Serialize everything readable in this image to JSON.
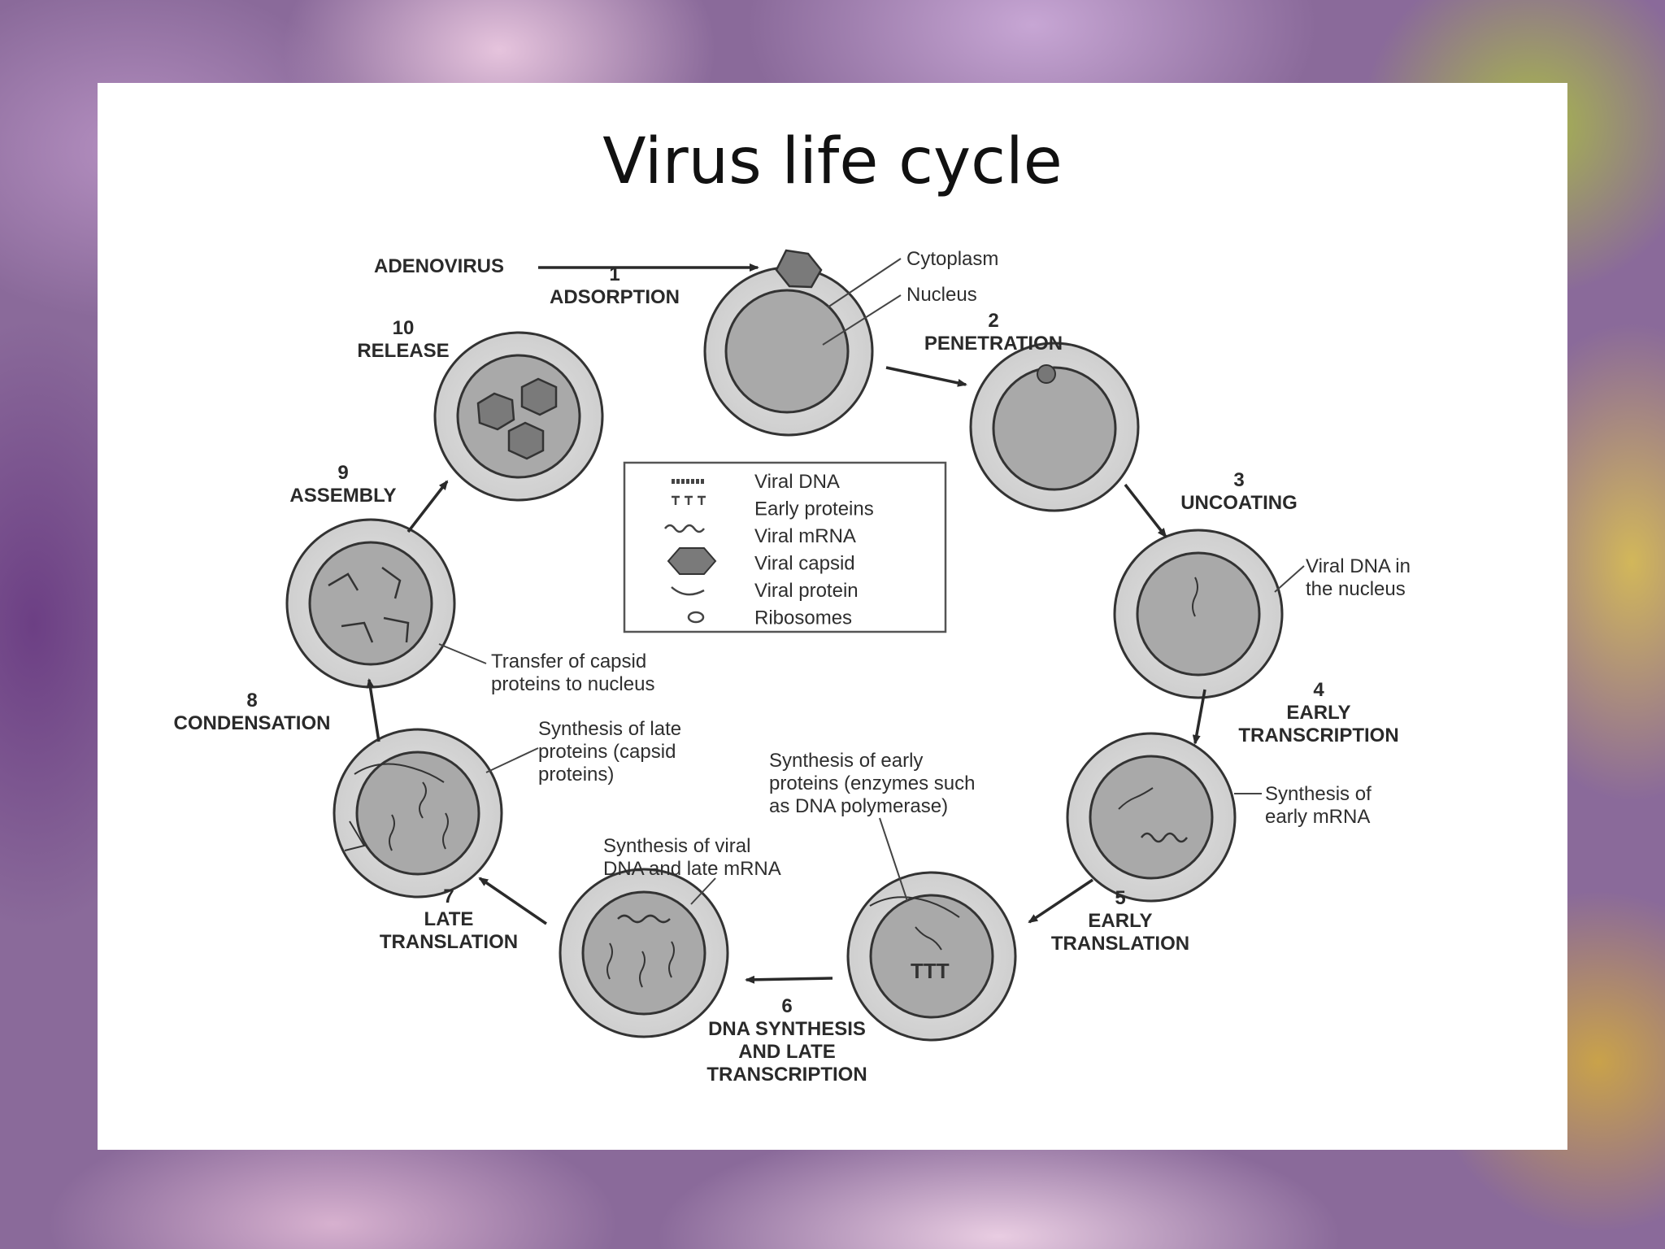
{
  "slide": {
    "title": "Virus life cycle"
  },
  "diagram": {
    "start_label": "ADENOVIRUS",
    "steps": [
      {
        "num": "1",
        "lines": [
          "ADSORPTION"
        ]
      },
      {
        "num": "2",
        "lines": [
          "PENETRATION"
        ]
      },
      {
        "num": "3",
        "lines": [
          "UNCOATING"
        ]
      },
      {
        "num": "4",
        "lines": [
          "EARLY",
          "TRANSCRIPTION"
        ]
      },
      {
        "num": "5",
        "lines": [
          "EARLY",
          "TRANSLATION"
        ]
      },
      {
        "num": "6",
        "lines": [
          "DNA SYNTHESIS",
          "AND LATE",
          "TRANSCRIPTION"
        ]
      },
      {
        "num": "7",
        "lines": [
          "LATE",
          "TRANSLATION"
        ]
      },
      {
        "num": "8",
        "lines": [
          "CONDENSATION"
        ]
      },
      {
        "num": "9",
        "lines": [
          "ASSEMBLY"
        ]
      },
      {
        "num": "10",
        "lines": [
          "RELEASE"
        ]
      }
    ],
    "annotations": {
      "cytoplasm": [
        "Cytoplasm"
      ],
      "nucleus": [
        "Nucleus"
      ],
      "viral_dna_nucleus": [
        "Viral DNA in",
        "the nucleus"
      ],
      "early_mrna": [
        "Synthesis of",
        "early mRNA"
      ],
      "early_proteins": [
        "Synthesis of early",
        "proteins (enzymes such",
        "as DNA polymerase)"
      ],
      "viral_dna_late": [
        "Synthesis of viral",
        "DNA and late mRNA"
      ],
      "late_proteins": [
        "Synthesis of late",
        "proteins (capsid",
        "proteins)"
      ],
      "capsid_transfer": [
        "Transfer of capsid",
        "proteins to nucleus"
      ]
    },
    "legend": [
      {
        "symbol": "dna-icon",
        "label": "Viral DNA"
      },
      {
        "symbol": "early-protein-icon",
        "label": "Early proteins"
      },
      {
        "symbol": "mrna-icon",
        "label": "Viral mRNA"
      },
      {
        "symbol": "capsid-icon",
        "label": "Viral capsid"
      },
      {
        "symbol": "protein-icon",
        "label": "Viral protein"
      },
      {
        "symbol": "ribosome-icon",
        "label": "Ribosomes"
      }
    ]
  }
}
